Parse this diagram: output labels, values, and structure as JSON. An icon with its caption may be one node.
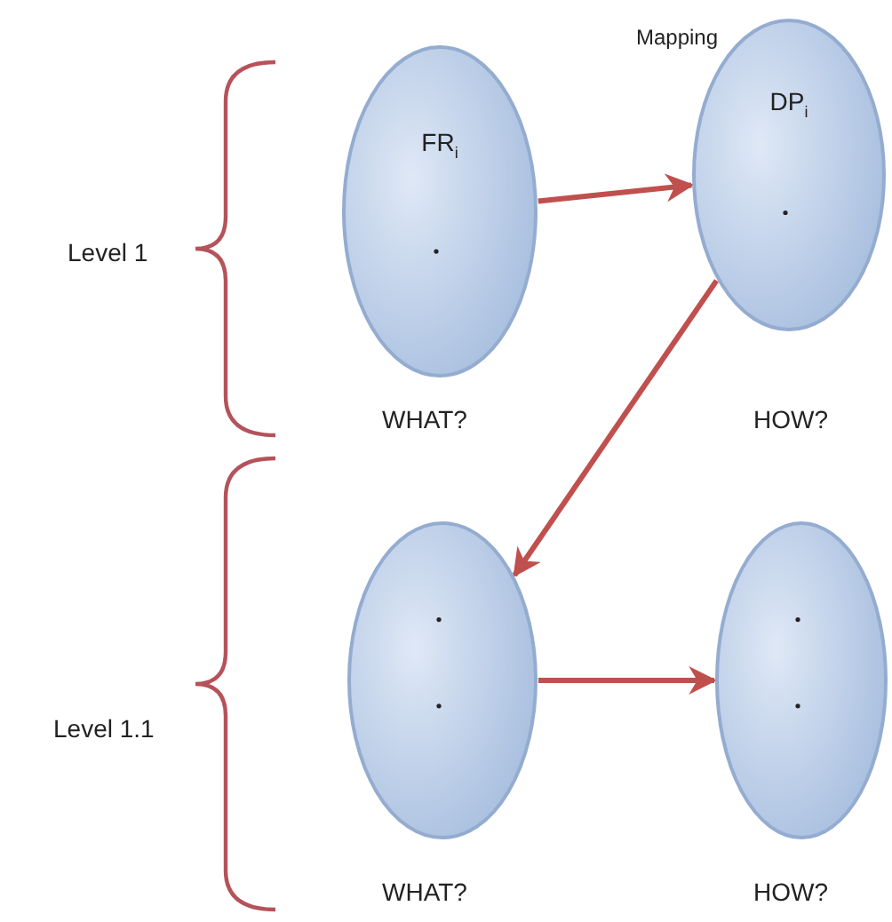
{
  "diagram": {
    "nodes": [
      {
        "text": [
          "FR$_{i}$"
        ],
        "beside": [
          "WHAT?"
        ]
      },
      {
        "text": [
          "DP$_{i}$"
        ],
        "beside": [
          "HOW?"
        ]
      },
      {
        "text": [],
        "shape": "ellipse",
        "beside": [
          "WHAT?"
        ]
      },
      {
        "text": [],
        "shape": "ellipse",
        "beside": [
          "HOW?"
        ]
      }
    ],
    "edges": [
      {
        "from": 0,
        "to": 1,
        "arrow": "to"
      },
      {
        "from": 1,
        "to": 2,
        "arrow": "to"
      },
      {
        "from": 2,
        "to": 3,
        "arrow": "to"
      }
    ],
    "labels": [
      "Mapping",
      "Level 1",
      "Level 1.1"
    ]
  }
}
